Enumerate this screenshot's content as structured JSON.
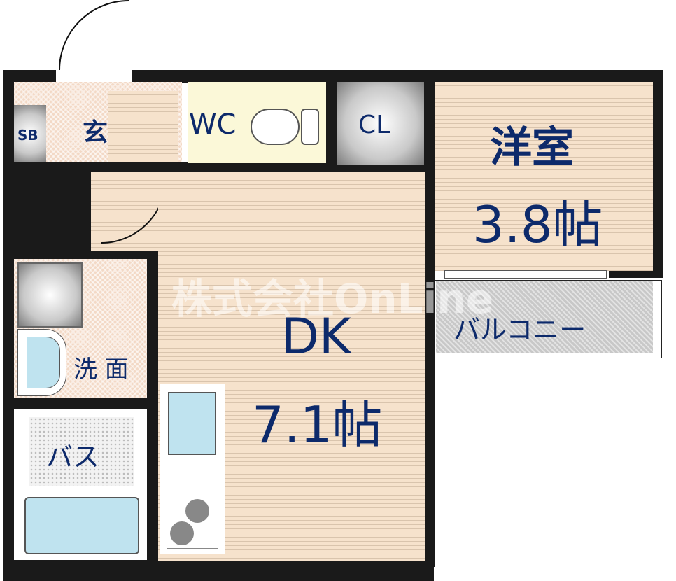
{
  "rooms": {
    "entrance": "玄",
    "shoe_box": "SB",
    "toilet": "WC",
    "closet": "CL",
    "western_room": {
      "name": "洋室",
      "size": "3.8帖"
    },
    "dining_kitchen": {
      "name": "DK",
      "size": "7.1帖"
    },
    "washroom": "洗 面",
    "bath": "バス",
    "balcony": "バルコニー"
  },
  "watermark": "株式会社OnLine",
  "colors": {
    "label": "#0d2a6b",
    "wall": "#1a1a1a",
    "floor": "#f6e2cc"
  }
}
